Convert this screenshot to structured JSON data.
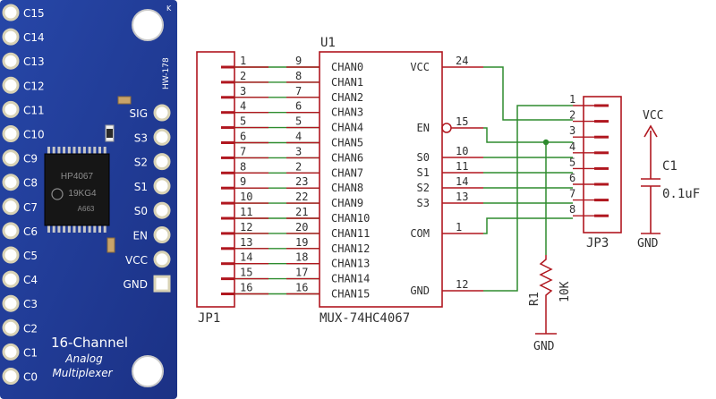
{
  "board": {
    "silk_model": "HW-178",
    "silk_corner": "K",
    "chip_top": "HP4067",
    "chip_mid": "19KG4",
    "chip_bot": "A663",
    "left_pins": [
      "C15",
      "C14",
      "C13",
      "C12",
      "C11",
      "C10",
      "C9",
      "C8",
      "C7",
      "C6",
      "C5",
      "C4",
      "C3",
      "C2",
      "C1",
      "C0"
    ],
    "right_pins": [
      "SIG",
      "S3",
      "S2",
      "S1",
      "S0",
      "EN",
      "VCC",
      "GND"
    ],
    "title_line1": "16-Channel",
    "title_line2": "Analog",
    "title_line3": "Multiplexer",
    "colors": {
      "pcb": "#1f3a93",
      "pad": "#e6e1c8",
      "chip": "#1a1a1a"
    }
  },
  "schematic": {
    "u1_ref": "U1",
    "u1_value": "MUX-74HC4067",
    "jp1_ref": "JP1",
    "jp3_ref": "JP3",
    "r1_ref": "R1",
    "r1_value": "10K",
    "c1_ref": "C1",
    "c1_value": "0.1uF",
    "vcc_label": "VCC",
    "gnd_label": "GND",
    "jp1_pins": [
      "1",
      "2",
      "3",
      "4",
      "5",
      "6",
      "7",
      "8",
      "9",
      "10",
      "11",
      "12",
      "13",
      "14",
      "15",
      "16"
    ],
    "u1_left_pins": [
      "9",
      "8",
      "7",
      "6",
      "5",
      "4",
      "3",
      "2",
      "23",
      "22",
      "21",
      "20",
      "19",
      "18",
      "17",
      "16"
    ],
    "u1_left_names": [
      "CHAN0",
      "CHAN1",
      "CHAN2",
      "CHAN3",
      "CHAN4",
      "CHAN5",
      "CHAN6",
      "CHAN7",
      "CHAN8",
      "CHAN9",
      "CHAN10",
      "CHAN11",
      "CHAN12",
      "CHAN13",
      "CHAN14",
      "CHAN15"
    ],
    "u1_right": [
      {
        "name": "VCC",
        "pin": "24"
      },
      {
        "name": "EN",
        "pin": "15"
      },
      {
        "name": "S0",
        "pin": "10"
      },
      {
        "name": "S1",
        "pin": "11"
      },
      {
        "name": "S2",
        "pin": "14"
      },
      {
        "name": "S3",
        "pin": "13"
      },
      {
        "name": "COM",
        "pin": "1"
      },
      {
        "name": "GND",
        "pin": "12"
      }
    ],
    "jp3_pins": [
      "1",
      "2",
      "3",
      "4",
      "5",
      "6",
      "7",
      "8"
    ],
    "colors": {
      "part": "#b0171f",
      "wire": "#2e8b2e",
      "text": "#2f2f2f"
    }
  }
}
